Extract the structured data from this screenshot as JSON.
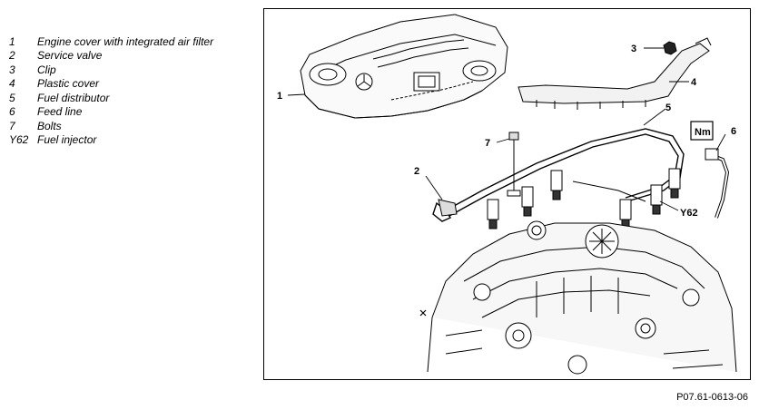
{
  "legend": [
    {
      "num": "1",
      "text": "Engine cover with integrated air filter"
    },
    {
      "num": "2",
      "text": "Service valve"
    },
    {
      "num": "3",
      "text": "Clip"
    },
    {
      "num": "4",
      "text": "Plastic cover"
    },
    {
      "num": "5",
      "text": "Fuel distributor"
    },
    {
      "num": "6",
      "text": "Feed line"
    },
    {
      "num": "7",
      "text": "Bolts"
    },
    {
      "num": "Y62",
      "text": "Fuel injector"
    }
  ],
  "callouts": {
    "c1": "1",
    "c2": "2",
    "c3": "3",
    "c4": "4",
    "c5": "5",
    "c6": "6",
    "c7": "7",
    "cy62": "Y62"
  },
  "torque_label": "Nm",
  "reference_code": "P07.61-0613-06"
}
